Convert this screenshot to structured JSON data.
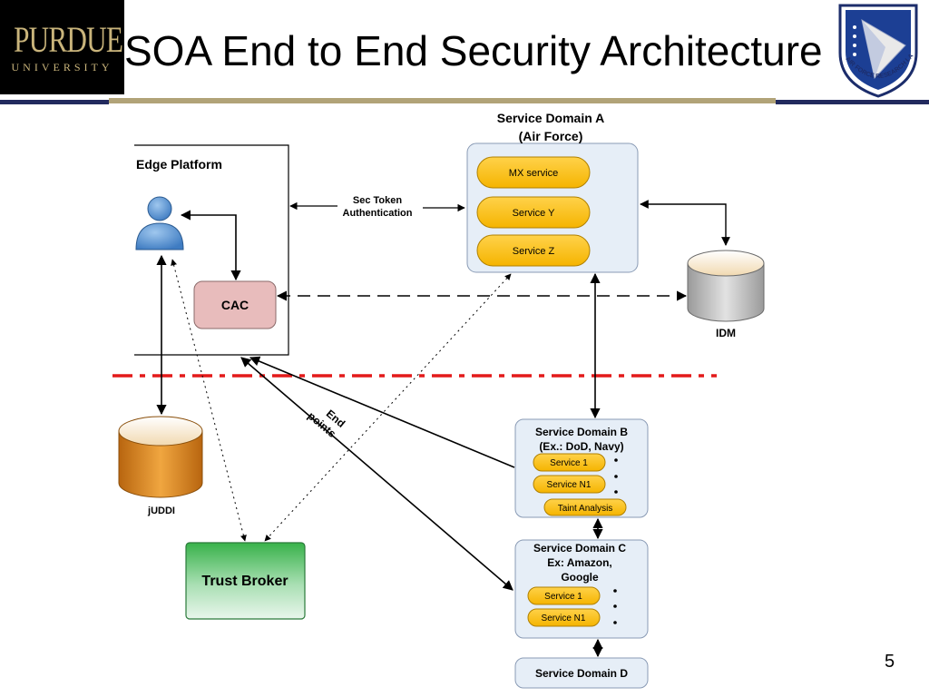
{
  "header": {
    "logo_text": "PURDUE",
    "logo_subtext": "UNIVERSITY",
    "title": "SOA End to End Security Architecture",
    "seal_text": "AIR FORCE RESEARCH LABORATORY"
  },
  "diagram": {
    "edge_platform": {
      "title": "Edge Platform",
      "cac_label": "CAC"
    },
    "service_domain_a": {
      "title_line1": "Service Domain A",
      "title_line2": "(Air Force)",
      "services": [
        "MX service",
        "Service Y",
        "Service Z"
      ]
    },
    "sec_token": {
      "line1": "Sec Token",
      "line2": "Authentication"
    },
    "idm_label": "IDM",
    "juddi_label": "jUDDI",
    "end_points": {
      "line1": "End",
      "line2": "points"
    },
    "service_domain_b": {
      "title_line1": "Service Domain B",
      "title_line2": "(Ex.: DoD, Navy)",
      "services": [
        "Service 1",
        "Service N1"
      ],
      "taint": "Taint Analysis"
    },
    "service_domain_c": {
      "title_line1": "Service Domain C",
      "title_line2": "Ex: Amazon,",
      "title_line3": "Google",
      "services": [
        "Service 1",
        "Service N1"
      ]
    },
    "service_domain_d": {
      "title": "Service Domain D"
    },
    "trust_broker": "Trust Broker"
  },
  "page_number": "5",
  "colors": {
    "service_pill": "#ffc000",
    "domain_box": "#e6eef7",
    "cac": "#e8bcbc",
    "trust_broker_top": "#38b24a",
    "boundary": "#e31a1a",
    "cylinder": "#e08a1e"
  }
}
